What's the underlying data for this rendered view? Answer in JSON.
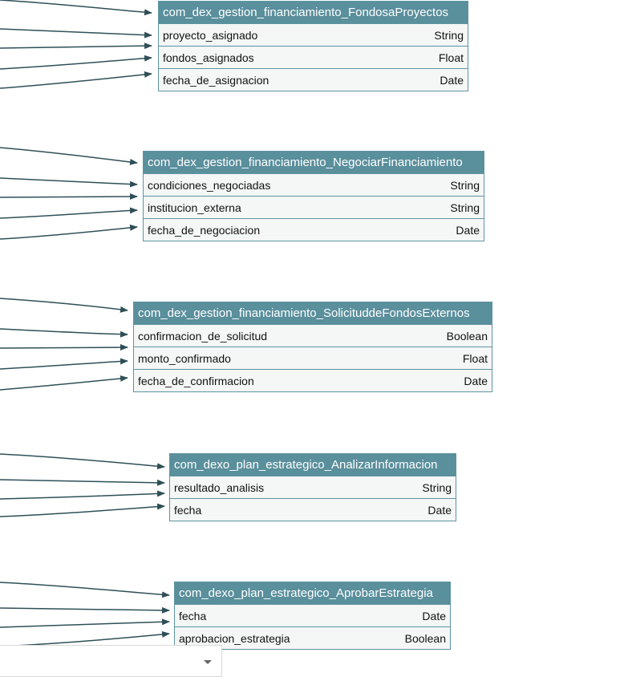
{
  "colors": {
    "header_bg": "#5a8f9c",
    "border": "#5d95a1",
    "row_bg": "#f5f6f6",
    "edge": "#2f4f57"
  },
  "entities": [
    {
      "title": "com_dex_gestion_financiamiento_FondosaProyectos",
      "fields": [
        {
          "name": "proyecto_asignado",
          "type": "String"
        },
        {
          "name": "fondos_asignados",
          "type": "Float"
        },
        {
          "name": "fecha_de_asignacion",
          "type": "Date"
        }
      ]
    },
    {
      "title": "com_dex_gestion_financiamiento_NegociarFinanciamiento",
      "fields": [
        {
          "name": "condiciones_negociadas",
          "type": "String"
        },
        {
          "name": "institucion_externa",
          "type": "String"
        },
        {
          "name": "fecha_de_negociacion",
          "type": "Date"
        }
      ]
    },
    {
      "title": "com_dex_gestion_financiamiento_SolicituddeFondosExternos",
      "fields": [
        {
          "name": "confirmacion_de_solicitud",
          "type": "Boolean"
        },
        {
          "name": "monto_confirmado",
          "type": "Float"
        },
        {
          "name": "fecha_de_confirmacion",
          "type": "Date"
        }
      ]
    },
    {
      "title": "com_dexo_plan_estrategico_AnalizarInformacion",
      "fields": [
        {
          "name": "resultado_analisis",
          "type": "String"
        },
        {
          "name": "fecha",
          "type": "Date"
        }
      ]
    },
    {
      "title": "com_dexo_plan_estrategico_AprobarEstrategia",
      "fields": [
        {
          "name": "fecha",
          "type": "Date"
        },
        {
          "name": "aprobacion_estrategia",
          "type": "Boolean"
        }
      ]
    }
  ]
}
